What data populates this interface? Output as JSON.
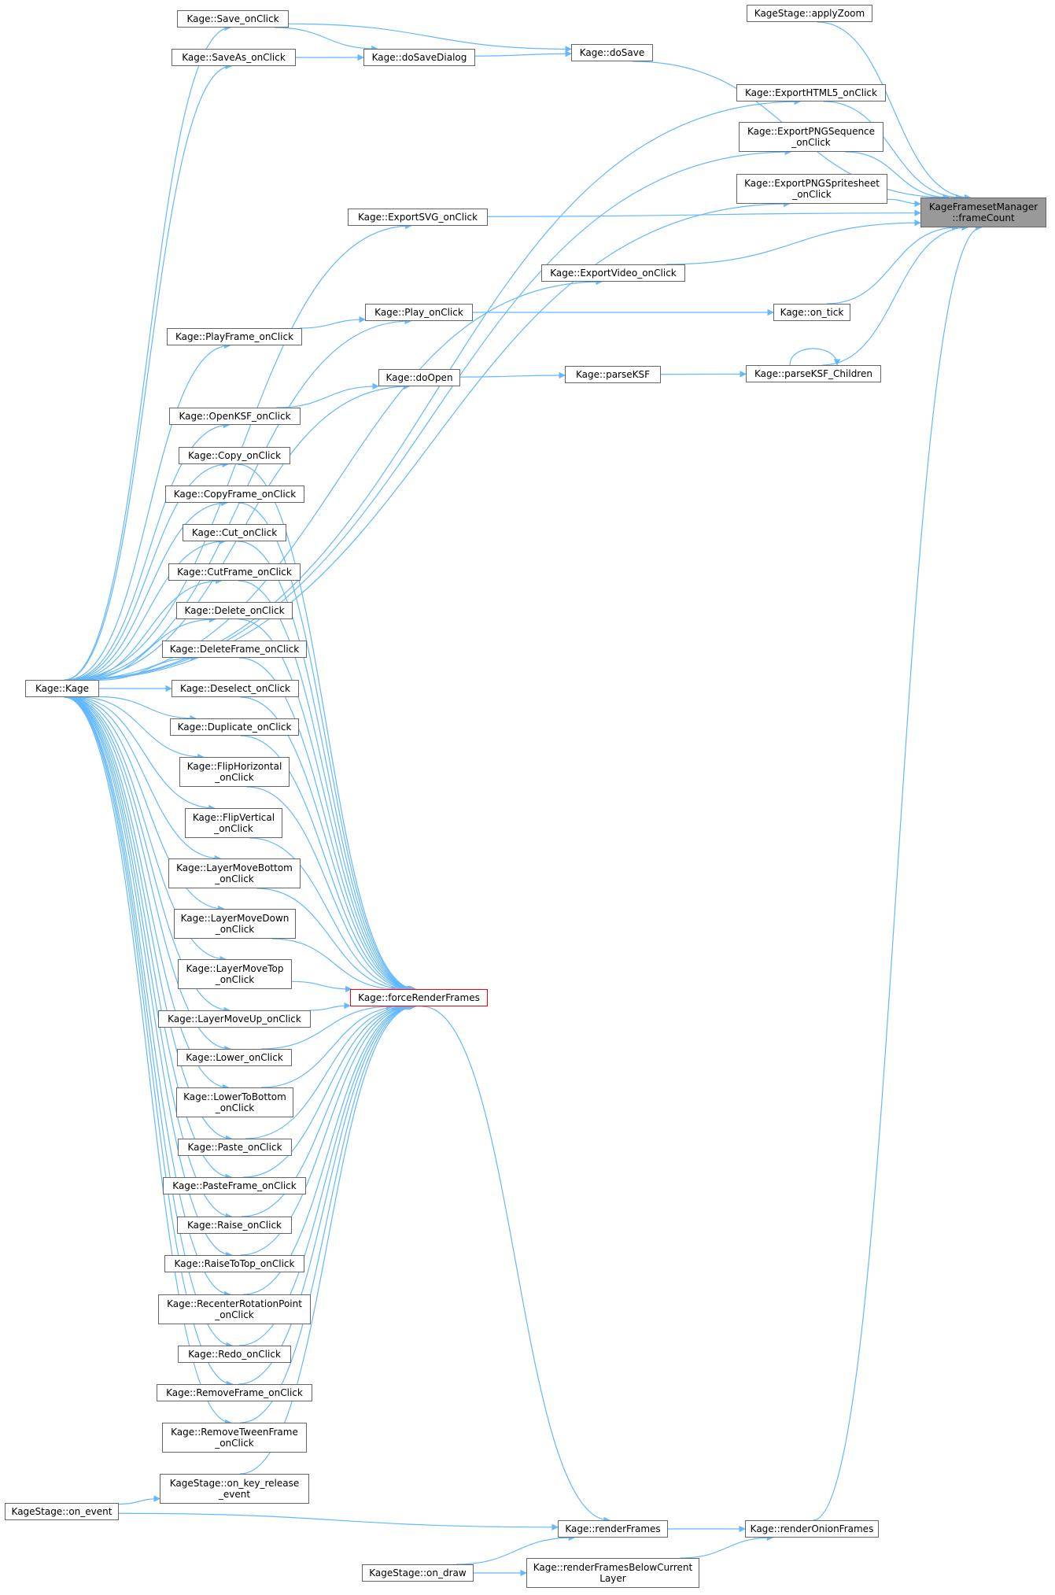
{
  "diagram": {
    "nodes": [
      {
        "id": "frameCount",
        "lines": [
          "KageFramesetManager",
          "::frameCount"
        ],
        "style": "focus"
      },
      {
        "id": "applyZoom",
        "lines": [
          "KageStage::applyZoom"
        ]
      },
      {
        "id": "doSave",
        "lines": [
          "Kage::doSave"
        ]
      },
      {
        "id": "saveOnClick",
        "lines": [
          "Kage::Save_onClick"
        ]
      },
      {
        "id": "saveAsOnClick",
        "lines": [
          "Kage::SaveAs_onClick"
        ]
      },
      {
        "id": "doSaveDialog",
        "lines": [
          "Kage::doSaveDialog"
        ]
      },
      {
        "id": "exportHTML5",
        "lines": [
          "Kage::ExportHTML5_onClick"
        ]
      },
      {
        "id": "exportPNGSeq",
        "lines": [
          "Kage::ExportPNGSequence",
          "_onClick"
        ]
      },
      {
        "id": "exportPNGSprite",
        "lines": [
          "Kage::ExportPNGSpritesheet",
          "_onClick"
        ]
      },
      {
        "id": "exportSVG",
        "lines": [
          "Kage::ExportSVG_onClick"
        ]
      },
      {
        "id": "exportVideo",
        "lines": [
          "Kage::ExportVideo_onClick"
        ]
      },
      {
        "id": "onTick",
        "lines": [
          "Kage::on_tick"
        ]
      },
      {
        "id": "playOnClick",
        "lines": [
          "Kage::Play_onClick"
        ]
      },
      {
        "id": "playFrame",
        "lines": [
          "Kage::PlayFrame_onClick"
        ]
      },
      {
        "id": "parseKSFChildren",
        "lines": [
          "Kage::parseKSF_Children"
        ]
      },
      {
        "id": "parseKSF",
        "lines": [
          "Kage::parseKSF"
        ]
      },
      {
        "id": "doOpen",
        "lines": [
          "Kage::doOpen"
        ]
      },
      {
        "id": "openKSF",
        "lines": [
          "Kage::OpenKSF_onClick"
        ]
      },
      {
        "id": "copy",
        "lines": [
          "Kage::Copy_onClick"
        ]
      },
      {
        "id": "copyFrame",
        "lines": [
          "Kage::CopyFrame_onClick"
        ]
      },
      {
        "id": "cut",
        "lines": [
          "Kage::Cut_onClick"
        ]
      },
      {
        "id": "cutFrame",
        "lines": [
          "Kage::CutFrame_onClick"
        ]
      },
      {
        "id": "delete",
        "lines": [
          "Kage::Delete_onClick"
        ]
      },
      {
        "id": "deleteFrame",
        "lines": [
          "Kage::DeleteFrame_onClick"
        ]
      },
      {
        "id": "deselect",
        "lines": [
          "Kage::Deselect_onClick"
        ]
      },
      {
        "id": "duplicate",
        "lines": [
          "Kage::Duplicate_onClick"
        ]
      },
      {
        "id": "flipH",
        "lines": [
          "Kage::FlipHorizontal",
          "_onClick"
        ]
      },
      {
        "id": "flipV",
        "lines": [
          "Kage::FlipVertical",
          "_onClick"
        ]
      },
      {
        "id": "layerBottom",
        "lines": [
          "Kage::LayerMoveBottom",
          "_onClick"
        ]
      },
      {
        "id": "layerDown",
        "lines": [
          "Kage::LayerMoveDown",
          "_onClick"
        ]
      },
      {
        "id": "layerTop",
        "lines": [
          "Kage::LayerMoveTop",
          "_onClick"
        ]
      },
      {
        "id": "layerUp",
        "lines": [
          "Kage::LayerMoveUp_onClick"
        ]
      },
      {
        "id": "lower",
        "lines": [
          "Kage::Lower_onClick"
        ]
      },
      {
        "id": "lowerBottom",
        "lines": [
          "Kage::LowerToBottom",
          "_onClick"
        ]
      },
      {
        "id": "paste",
        "lines": [
          "Kage::Paste_onClick"
        ]
      },
      {
        "id": "pasteFrame",
        "lines": [
          "Kage::PasteFrame_onClick"
        ]
      },
      {
        "id": "raise",
        "lines": [
          "Kage::Raise_onClick"
        ]
      },
      {
        "id": "raiseTop",
        "lines": [
          "Kage::RaiseToTop_onClick"
        ]
      },
      {
        "id": "recenter",
        "lines": [
          "Kage::RecenterRotationPoint",
          "_onClick"
        ]
      },
      {
        "id": "redo",
        "lines": [
          "Kage::Redo_onClick"
        ]
      },
      {
        "id": "removeFrame",
        "lines": [
          "Kage::RemoveFrame_onClick"
        ]
      },
      {
        "id": "removeTween",
        "lines": [
          "Kage::RemoveTweenFrame",
          "_onClick"
        ]
      },
      {
        "id": "keyRelease",
        "lines": [
          "KageStage::on_key_release",
          "_event"
        ]
      },
      {
        "id": "forceRender",
        "lines": [
          "Kage::forceRenderFrames"
        ],
        "style": "red"
      },
      {
        "id": "kage",
        "lines": [
          "Kage::Kage"
        ]
      },
      {
        "id": "onEvent",
        "lines": [
          "KageStage::on_event"
        ]
      },
      {
        "id": "renderFrames",
        "lines": [
          "Kage::renderFrames"
        ]
      },
      {
        "id": "renderOnion",
        "lines": [
          "Kage::renderOnionFrames"
        ]
      },
      {
        "id": "onDraw",
        "lines": [
          "KageStage::on_draw"
        ]
      },
      {
        "id": "renderBelow",
        "lines": [
          "Kage::renderFramesBelowCurrent",
          "Layer"
        ]
      }
    ],
    "edges": [
      [
        "applyZoom",
        "frameCount"
      ],
      [
        "doSave",
        "frameCount"
      ],
      [
        "exportHTML5",
        "frameCount"
      ],
      [
        "exportPNGSeq",
        "frameCount"
      ],
      [
        "exportPNGSprite",
        "frameCount"
      ],
      [
        "exportSVG",
        "frameCount"
      ],
      [
        "exportVideo",
        "frameCount"
      ],
      [
        "onTick",
        "frameCount"
      ],
      [
        "parseKSFChildren",
        "frameCount"
      ],
      [
        "renderOnion",
        "frameCount"
      ],
      [
        "saveOnClick",
        "doSave"
      ],
      [
        "doSaveDialog",
        "doSave"
      ],
      [
        "saveOnClick",
        "doSaveDialog"
      ],
      [
        "saveAsOnClick",
        "doSaveDialog"
      ],
      [
        "playOnClick",
        "onTick"
      ],
      [
        "playFrame",
        "playOnClick"
      ],
      [
        "parseKSF",
        "parseKSFChildren"
      ],
      [
        "parseKSFChildren",
        "parseKSFChildren"
      ],
      [
        "doOpen",
        "parseKSF"
      ],
      [
        "openKSF",
        "doOpen"
      ],
      [
        "kage",
        "saveOnClick"
      ],
      [
        "kage",
        "saveAsOnClick"
      ],
      [
        "kage",
        "exportHTML5"
      ],
      [
        "kage",
        "exportPNGSeq"
      ],
      [
        "kage",
        "exportPNGSprite"
      ],
      [
        "kage",
        "exportSVG"
      ],
      [
        "kage",
        "exportVideo"
      ],
      [
        "kage",
        "playOnClick"
      ],
      [
        "kage",
        "playFrame"
      ],
      [
        "kage",
        "doOpen"
      ],
      [
        "kage",
        "openKSF"
      ],
      [
        "kage",
        "copy"
      ],
      [
        "kage",
        "copyFrame"
      ],
      [
        "kage",
        "cut"
      ],
      [
        "kage",
        "cutFrame"
      ],
      [
        "kage",
        "delete"
      ],
      [
        "kage",
        "deleteFrame"
      ],
      [
        "kage",
        "deselect"
      ],
      [
        "kage",
        "duplicate"
      ],
      [
        "kage",
        "flipH"
      ],
      [
        "kage",
        "flipV"
      ],
      [
        "kage",
        "layerBottom"
      ],
      [
        "kage",
        "layerDown"
      ],
      [
        "kage",
        "layerTop"
      ],
      [
        "kage",
        "layerUp"
      ],
      [
        "kage",
        "lower"
      ],
      [
        "kage",
        "lowerBottom"
      ],
      [
        "kage",
        "paste"
      ],
      [
        "kage",
        "pasteFrame"
      ],
      [
        "kage",
        "raise"
      ],
      [
        "kage",
        "raiseTop"
      ],
      [
        "kage",
        "recenter"
      ],
      [
        "kage",
        "redo"
      ],
      [
        "kage",
        "removeFrame"
      ],
      [
        "kage",
        "removeTween"
      ],
      [
        "copy",
        "forceRender"
      ],
      [
        "copyFrame",
        "forceRender"
      ],
      [
        "cut",
        "forceRender"
      ],
      [
        "cutFrame",
        "forceRender"
      ],
      [
        "delete",
        "forceRender"
      ],
      [
        "deleteFrame",
        "forceRender"
      ],
      [
        "deselect",
        "forceRender"
      ],
      [
        "duplicate",
        "forceRender"
      ],
      [
        "flipH",
        "forceRender"
      ],
      [
        "flipV",
        "forceRender"
      ],
      [
        "layerBottom",
        "forceRender"
      ],
      [
        "layerDown",
        "forceRender"
      ],
      [
        "layerTop",
        "forceRender"
      ],
      [
        "layerUp",
        "forceRender"
      ],
      [
        "lower",
        "forceRender"
      ],
      [
        "lowerBottom",
        "forceRender"
      ],
      [
        "paste",
        "forceRender"
      ],
      [
        "pasteFrame",
        "forceRender"
      ],
      [
        "raise",
        "forceRender"
      ],
      [
        "raiseTop",
        "forceRender"
      ],
      [
        "recenter",
        "forceRender"
      ],
      [
        "redo",
        "forceRender"
      ],
      [
        "removeFrame",
        "forceRender"
      ],
      [
        "removeTween",
        "forceRender"
      ],
      [
        "keyRelease",
        "forceRender"
      ],
      [
        "forceRender",
        "renderFrames"
      ],
      [
        "onEvent",
        "keyRelease"
      ],
      [
        "onEvent",
        "renderFrames"
      ],
      [
        "renderFrames",
        "renderOnion"
      ],
      [
        "onDraw",
        "renderFrames"
      ],
      [
        "onDraw",
        "renderBelow"
      ],
      [
        "renderBelow",
        "renderOnion"
      ]
    ],
    "colors": {
      "edge": "#63b8ff",
      "border": "#666666",
      "focus_fill": "#999999",
      "highlight_border": "#ff0000"
    }
  }
}
